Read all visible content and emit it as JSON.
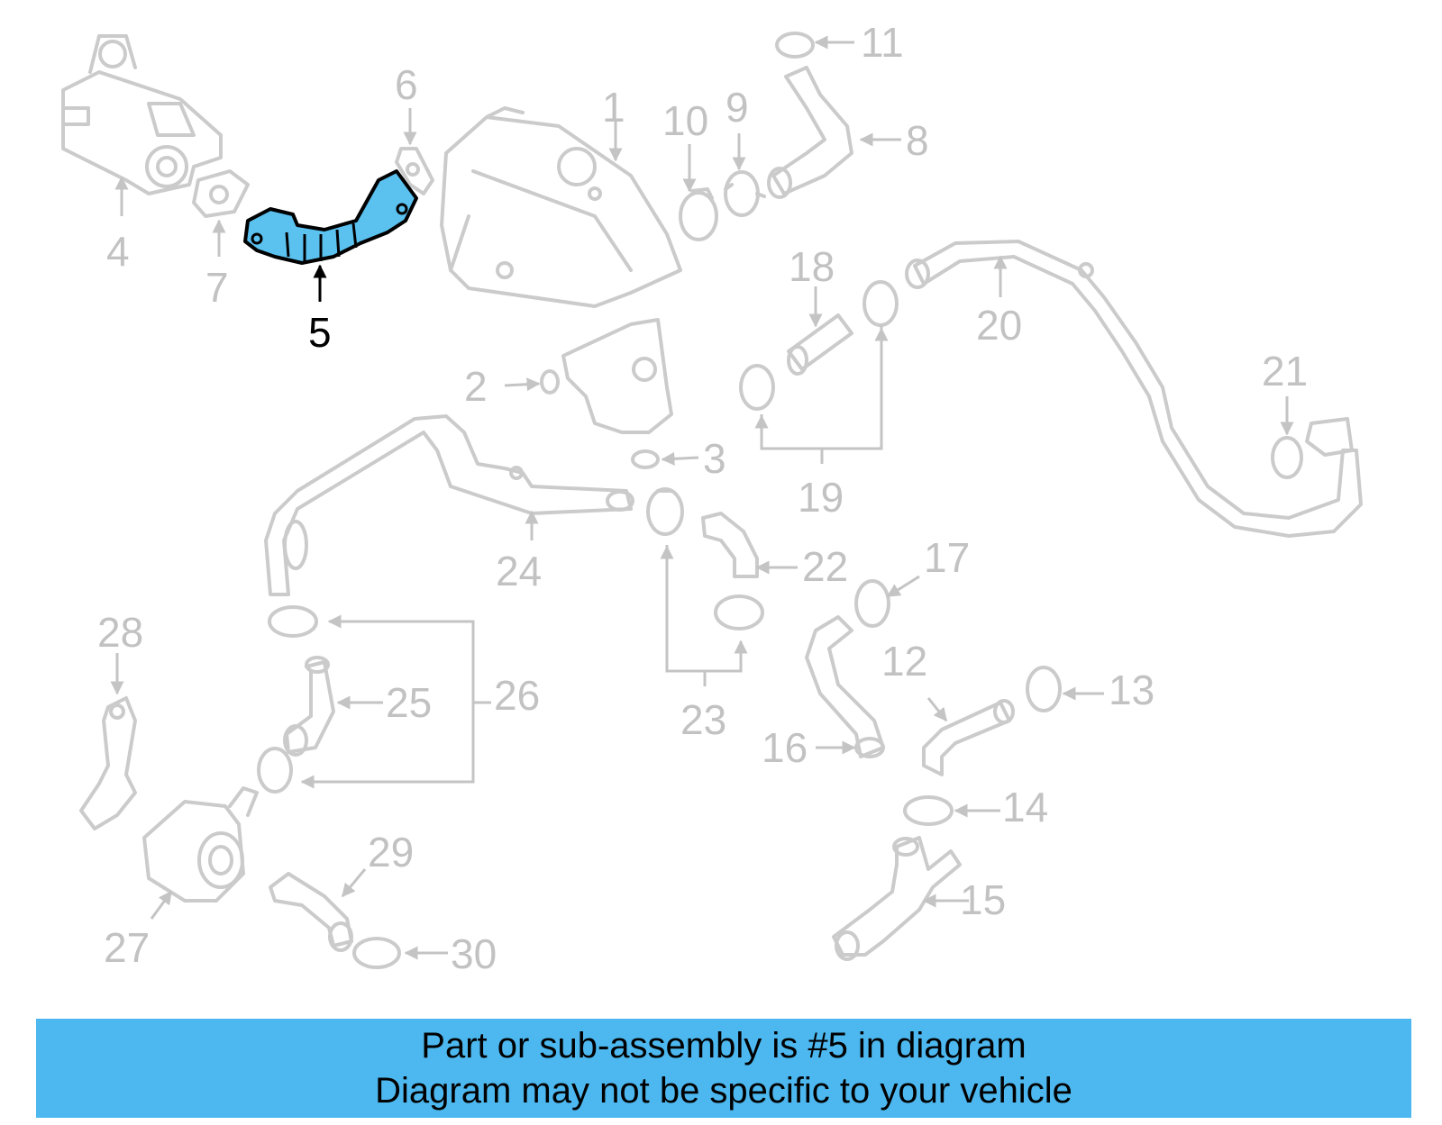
{
  "diagram": {
    "callouts": [
      {
        "id": "1",
        "label": "1"
      },
      {
        "id": "2",
        "label": "2"
      },
      {
        "id": "3",
        "label": "3"
      },
      {
        "id": "4",
        "label": "4"
      },
      {
        "id": "5",
        "label": "5"
      },
      {
        "id": "6",
        "label": "6"
      },
      {
        "id": "7",
        "label": "7"
      },
      {
        "id": "8",
        "label": "8"
      },
      {
        "id": "9",
        "label": "9"
      },
      {
        "id": "10",
        "label": "10"
      },
      {
        "id": "11",
        "label": "11"
      },
      {
        "id": "12",
        "label": "12"
      },
      {
        "id": "13",
        "label": "13"
      },
      {
        "id": "14",
        "label": "14"
      },
      {
        "id": "15",
        "label": "15"
      },
      {
        "id": "16",
        "label": "16"
      },
      {
        "id": "17",
        "label": "17"
      },
      {
        "id": "18",
        "label": "18"
      },
      {
        "id": "19",
        "label": "19"
      },
      {
        "id": "20",
        "label": "20"
      },
      {
        "id": "21",
        "label": "21"
      },
      {
        "id": "22",
        "label": "22"
      },
      {
        "id": "23",
        "label": "23"
      },
      {
        "id": "24",
        "label": "24"
      },
      {
        "id": "25",
        "label": "25"
      },
      {
        "id": "26",
        "label": "26"
      },
      {
        "id": "27",
        "label": "27"
      },
      {
        "id": "28",
        "label": "28"
      },
      {
        "id": "29",
        "label": "29"
      },
      {
        "id": "30",
        "label": "30"
      }
    ],
    "highlighted_part": "5",
    "colors": {
      "highlight_fill": "#5bc2f0",
      "part_stroke": "#cbcbcb",
      "label_gray": "#c2c2c2",
      "banner_bg": "#4db8ef"
    }
  },
  "banner": {
    "line1": "Part or sub-assembly is #5 in diagram",
    "line2": "Diagram may not be specific to your vehicle"
  }
}
